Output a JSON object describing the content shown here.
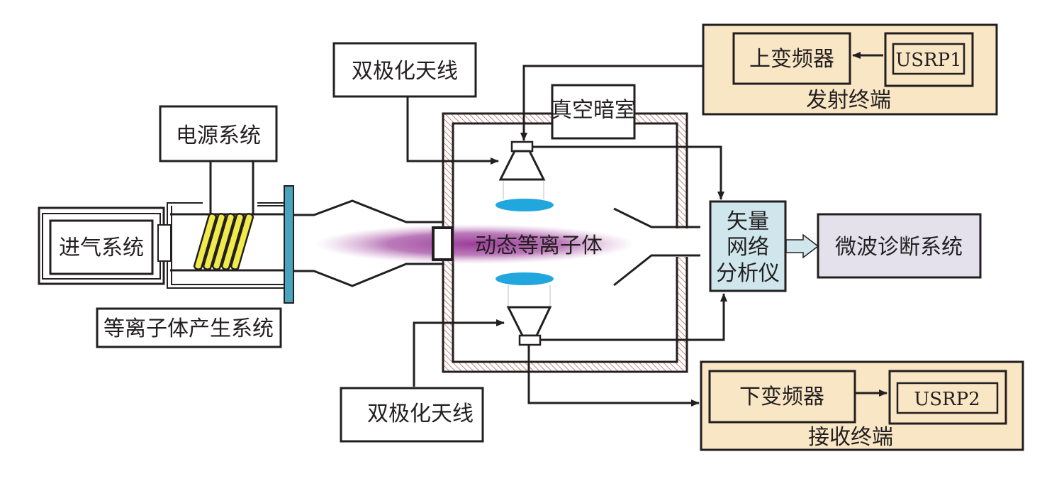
{
  "diagram": {
    "type": "system-block-diagram",
    "colors": {
      "stroke": "#231f20",
      "terminal_fill": "#f9e6c4",
      "vna_fill": "#cfe6ec",
      "diag_fill": "#e4e1ec",
      "flange": "#4aa3bd",
      "coil": "#f0ea4a",
      "lens": "#21a6dd",
      "plasma": "#9c3d9a",
      "hatch": "#b0564a"
    },
    "labels": {
      "power_system": "电源系统",
      "gas_system": "进气系统",
      "plasma_gen_system": "等离子体产生系统",
      "antenna_top": "双极化天线",
      "antenna_bottom": "双极化天线",
      "vacuum_chamber": "真空暗室",
      "dynamic_plasma": "动态等离子体",
      "vna": [
        "矢量",
        "网络",
        "分析仪"
      ],
      "microwave_diag": "微波诊断系统",
      "upconverter": "上变频器",
      "usrp1": "USRP1",
      "tx_terminal": "发射终端",
      "downconverter": "下变频器",
      "usrp2": "USRP2",
      "rx_terminal": "接收终端"
    },
    "connections": [
      {
        "from": "USRP1",
        "to": "上变频器"
      },
      {
        "from": "上变频器",
        "to": "top-horn-antenna"
      },
      {
        "from": "双极化天线 (top)",
        "to": "top-horn-antenna"
      },
      {
        "from": "top-horn-antenna",
        "to": "矢量网络分析仪"
      },
      {
        "from": "bottom-horn-antenna",
        "to": "矢量网络分析仪"
      },
      {
        "from": "双极化天线 (bottom)",
        "to": "bottom-horn-antenna"
      },
      {
        "from": "bottom-horn-antenna",
        "to": "下变频器"
      },
      {
        "from": "下变频器",
        "to": "USRP2"
      },
      {
        "from": "矢量网络分析仪",
        "to": "微波诊断系统"
      }
    ]
  }
}
